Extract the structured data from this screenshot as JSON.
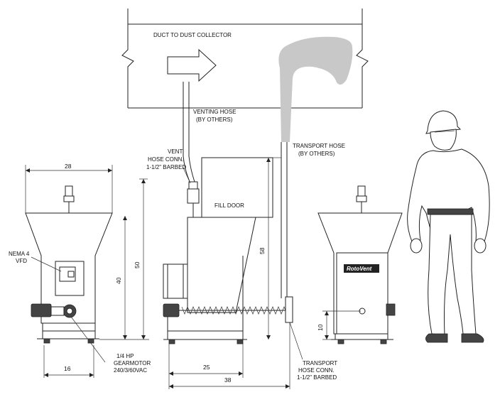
{
  "labels": {
    "duct": "DUCT TO DUST COLLECTOR",
    "venting_hose_1": "VENTING HOSE",
    "venting_hose_2": "(BY OTHERS)",
    "vent_conn_1": "VENT",
    "vent_conn_2": "HOSE CONN.",
    "vent_conn_3": "1-1/2\" BARBED",
    "transport_hose_1": "TRANSPORT HOSE",
    "transport_hose_2": "(BY OTHERS)",
    "fill_door": "FILL DOOR",
    "nema_1": "NEMA 4",
    "nema_2": "VFD",
    "gearmotor_1": "1/4 HP",
    "gearmotor_2": "GEARMOTOR",
    "gearmotor_3": "240/3/60VAC",
    "transport_conn_1": "TRANSPORT",
    "transport_conn_2": "HOSE CONN.",
    "transport_conn_3": "1-1/2\" BARBED",
    "logo": "RotoVent"
  },
  "dimensions": {
    "top_width": "28",
    "overall_height": "50",
    "hopper_height": "40",
    "base_width": "16",
    "side_height": "58",
    "side_base": "25",
    "side_overall": "38",
    "outlet_height": "10"
  }
}
